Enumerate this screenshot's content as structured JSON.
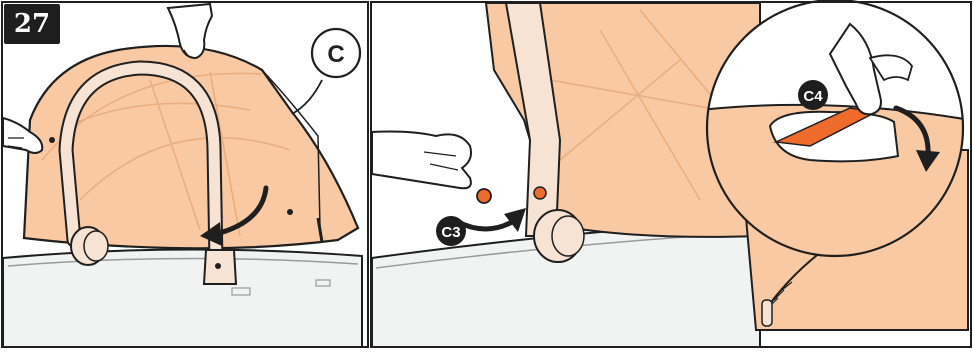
{
  "step_number": "27",
  "callouts": {
    "c": "C",
    "c3": "C3",
    "c4": "C4"
  },
  "colors": {
    "fabric": "#f8c9a2",
    "fabric_dark": "#e8ad80",
    "frame": "#f6e3d3",
    "outline": "#1f1f1f",
    "basket": "#f1f2f2",
    "orange_tab": "#ef6b2b",
    "badge": "#1e1e1e"
  }
}
